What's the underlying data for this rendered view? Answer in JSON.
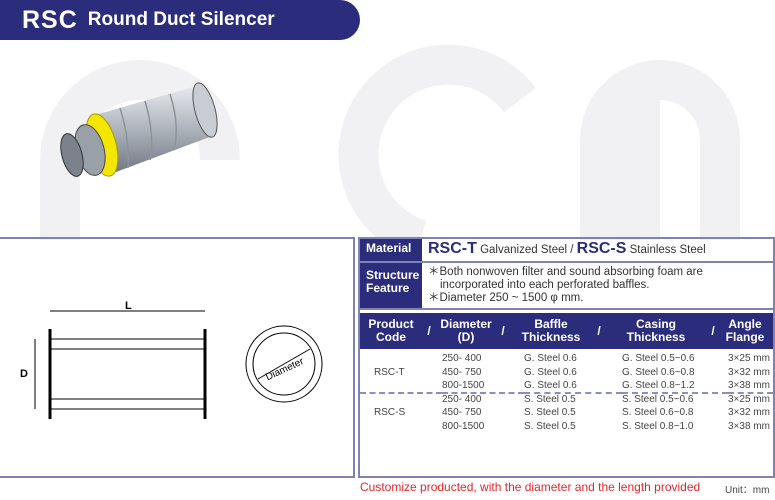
{
  "header": {
    "code": "RSC",
    "title": "Round Duct Silencer"
  },
  "diagram": {
    "length_label": "L",
    "diameter_label": "D",
    "circle_label": "Diameter"
  },
  "material": {
    "label": "Material",
    "t_code": "RSC-T",
    "t_desc": "Galvanized Steel /",
    "s_code": "RSC-S",
    "s_desc": "Stainless Steel"
  },
  "structure": {
    "label1": "Structure",
    "label2": "Feature",
    "line1": "＊Both nonwoven filter and sound absorbing foam are",
    "line2": "incorporated into each perforated baffles.",
    "line3": "＊Diameter 250 ~ 1500 φ mm."
  },
  "table": {
    "headers": [
      "Product Code",
      "Diameter (D)",
      "Baffle Thickness",
      "Casing Thickness",
      "Angle Flange"
    ],
    "sep": "/",
    "groups": [
      {
        "code": "RSC-T",
        "rows": [
          [
            "250- 400",
            "G. Steel 0.6",
            "G. Steel 0.5~0.6",
            "3×25 mm"
          ],
          [
            "450- 750",
            "G. Steel 0.6",
            "G. Steel 0.6~0.8",
            "3×32 mm"
          ],
          [
            "800-1500",
            "G. Steel 0.6",
            "G. Steel 0.8~1.2",
            "3×38 mm"
          ]
        ]
      },
      {
        "code": "RSC-S",
        "rows": [
          [
            "250- 400",
            "S. Steel 0.5",
            "S. Steel 0.5~0.6",
            "3×25 mm"
          ],
          [
            "450- 750",
            "S. Steel 0.5",
            "S. Steel 0.6~0.8",
            "3×32 mm"
          ],
          [
            "800-1500",
            "S. Steel 0.5",
            "S. Steel 0.8~1.0",
            "3×38 mm"
          ]
        ]
      }
    ]
  },
  "footer": {
    "note": "Customize producted, with the diameter and the length provided",
    "unit": "Unit：mm"
  }
}
